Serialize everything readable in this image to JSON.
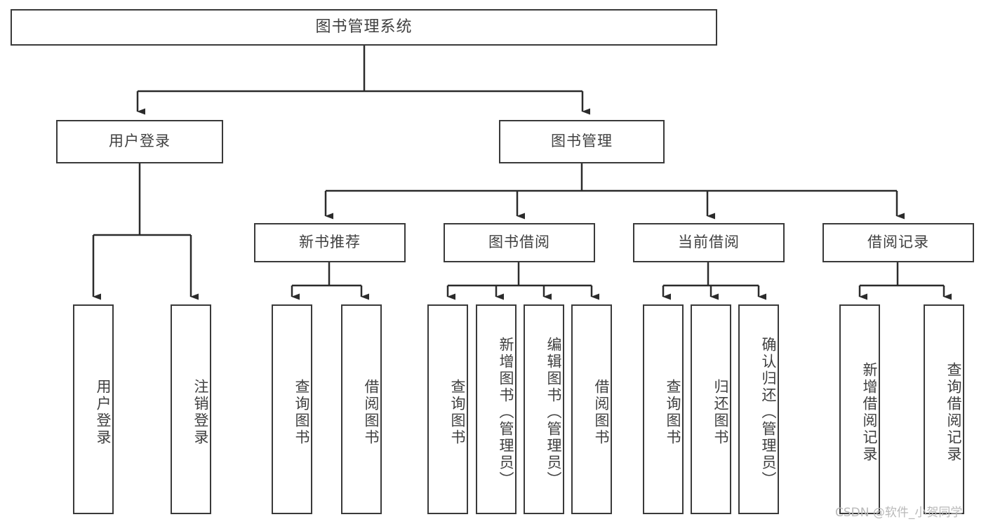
{
  "diagram": {
    "type": "tree",
    "title": "图书管理系统",
    "watermark": "CSDN @软件_小贺同学",
    "colors": {
      "border": "#3a3a3a",
      "text": "#404040",
      "background": "#ffffff",
      "edge": "#2b2b2b",
      "watermark": "#b9b9b9"
    },
    "root": {
      "label": "图书管理系统"
    },
    "level2": [
      {
        "label": "用户登录"
      },
      {
        "label": "图书管理"
      }
    ],
    "level3": [
      {
        "label": "新书推荐"
      },
      {
        "label": "图书借阅"
      },
      {
        "label": "当前借阅"
      },
      {
        "label": "借阅记录"
      }
    ],
    "leaves": {
      "user_login": [
        {
          "label": "用户登录"
        },
        {
          "label": "注销登录"
        }
      ],
      "new_book_recommend": [
        {
          "label": "查询图书"
        },
        {
          "label": "借阅图书"
        }
      ],
      "book_borrow": [
        {
          "label": "查询图书"
        },
        {
          "label": "新增图书（管理员）"
        },
        {
          "label": "编辑图书（管理员）"
        },
        {
          "label": "借阅图书"
        }
      ],
      "current_borrow": [
        {
          "label": "查询图书"
        },
        {
          "label": "归还图书"
        },
        {
          "label": "确认归还（管理员）"
        }
      ],
      "borrow_record": [
        {
          "label": "新增借阅记录"
        },
        {
          "label": "查询借阅记录"
        }
      ]
    }
  }
}
